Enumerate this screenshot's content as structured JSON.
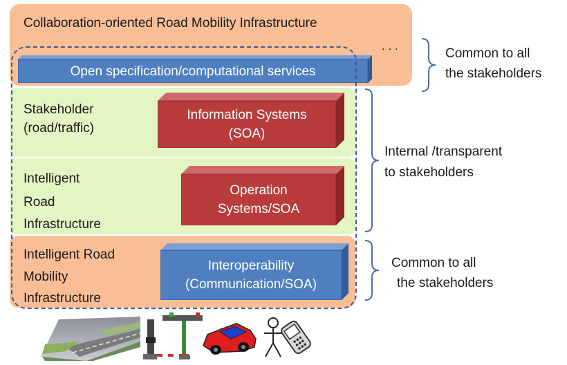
{
  "layers": {
    "top": {
      "title": "Collaboration-oriented Road Mobility Infrastructure",
      "ellipsis": ". . .",
      "bar_label": "Open specification/computational services"
    },
    "stakeholder": {
      "label_line1": "Stakeholder",
      "label_line2": "(road/traffic)",
      "box_line1": "Information Systems",
      "box_line2": "(SOA)"
    },
    "intelligent_road": {
      "label_line1": "Intelligent",
      "label_line2": "Road",
      "label_line3": "Infrastructure",
      "box_line1": "Operation",
      "box_line2": "Systems/SOA"
    },
    "mobility": {
      "label_line1": "Intelligent Road",
      "label_line2": "Mobility",
      "label_line3": "Infrastructure",
      "box_line1": "Interoperability",
      "box_line2": "(Communication/SOA)"
    }
  },
  "notes": {
    "common_top_line1": "Common to all",
    "common_top_line2": "the stakeholders",
    "internal_line1": "Internal /transparent",
    "internal_line2": "to stakeholders",
    "common_bottom_line1": "Common to all",
    "common_bottom_line2": "the stakeholders"
  },
  "colors": {
    "orange_layer": "#f9be96",
    "green_layer": "#e4f5c4",
    "red_box": "#b83c3c",
    "blue_box": "#4f7fc0",
    "dashed_border": "#3f5f88",
    "brace": "#4a6fa0"
  },
  "icons": [
    "road-photo-icon",
    "toll-gate-icon",
    "red-car-icon",
    "stick-person-icon",
    "mobile-phone-icon"
  ]
}
